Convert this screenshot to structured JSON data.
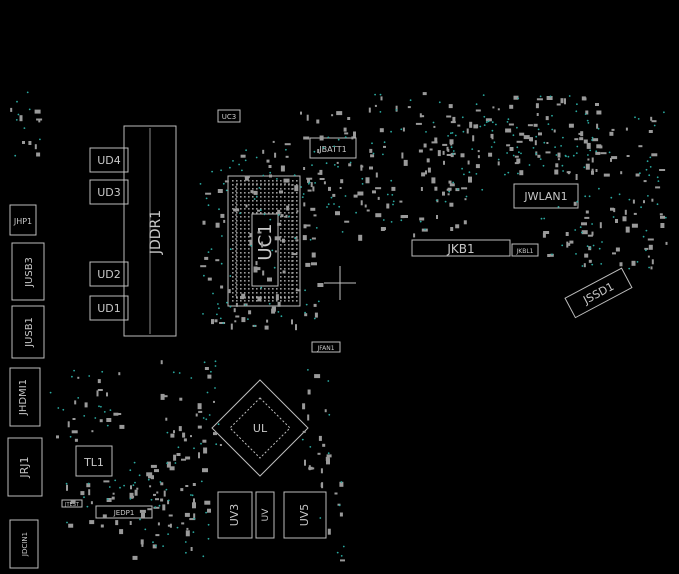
{
  "viewer": {
    "background_color": "#000000",
    "outline_color": "#bdbdbd",
    "via_color": "#2aa9a0"
  },
  "components": {
    "jddr1": "JDDR1",
    "ud4": "UD4",
    "ud3": "UD3",
    "ud2": "UD2",
    "ud1": "UD1",
    "uc1": "UC1",
    "uc3": "UC3",
    "jbatt1": "JBATT1",
    "jkb1": "JKB1",
    "jkbl1": "JKBL1",
    "jwlan1": "JWLAN1",
    "jssd1": "JSSD1",
    "jhp1": "JHP1",
    "jusb3": "JUSB3",
    "jusb1": "JUSB1",
    "jhdmi1": "JHDMI1",
    "jrj1": "JRJ1",
    "jdcin1": "JDCIN1",
    "tl1": "TL1",
    "jedp1": "JEDP1",
    "jfan1": "JFAN1",
    "jtest": "JTEST",
    "uv3": "UV3",
    "uv5": "UV5",
    "uv": "UV",
    "ul": "UL"
  }
}
